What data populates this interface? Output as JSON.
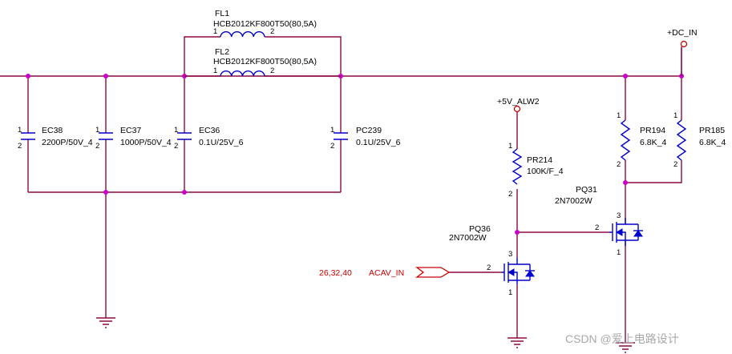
{
  "inductors": [
    {
      "ref": "FL1",
      "value": "HCB2012KF800T50(80,5A)",
      "pin1": "1",
      "pin2": "2"
    },
    {
      "ref": "FL2",
      "value": "HCB2012KF800T50(80,5A)",
      "pin1": "1",
      "pin2": "2"
    }
  ],
  "capacitors": [
    {
      "ref": "EC38",
      "value": "2200P/50V_4",
      "pin1": "1",
      "pin2": "2"
    },
    {
      "ref": "EC37",
      "value": "1000P/50V_4",
      "pin1": "1",
      "pin2": "2"
    },
    {
      "ref": "EC36",
      "value": "0.1U/25V_6",
      "pin1": "1",
      "pin2": "2"
    },
    {
      "ref": "PC239",
      "value": "0.1U/25V_6",
      "pin1": "1",
      "pin2": "2"
    }
  ],
  "resistors": [
    {
      "ref": "PR214",
      "value": "100K/F_4",
      "pin1": "1",
      "pin2": "2"
    },
    {
      "ref": "PR194",
      "value": "6.8K_4",
      "pin1": "1",
      "pin2": "2"
    },
    {
      "ref": "PR185",
      "value": "6.8K_4",
      "pin1": "1",
      "pin2": "2"
    }
  ],
  "transistors": [
    {
      "ref": "PQ31",
      "value": "2N7002W",
      "pin_d": "3",
      "pin_g": "2",
      "pin_s": "1"
    },
    {
      "ref": "PQ36",
      "value": "2N7002W",
      "pin_d": "3",
      "pin_g": "2",
      "pin_s": "1"
    }
  ],
  "nets": {
    "dc_in": "+DC_IN",
    "alw": "+5V_ALW2"
  },
  "port": {
    "pages": "26,32,40",
    "name": "ACAV_IN"
  },
  "watermark": "CSDN @爱上电路设计",
  "colors": {
    "wire": "#8b0a40",
    "device": "#0000cc",
    "junction": "#cc00cc",
    "offpage": "#cc0000"
  }
}
